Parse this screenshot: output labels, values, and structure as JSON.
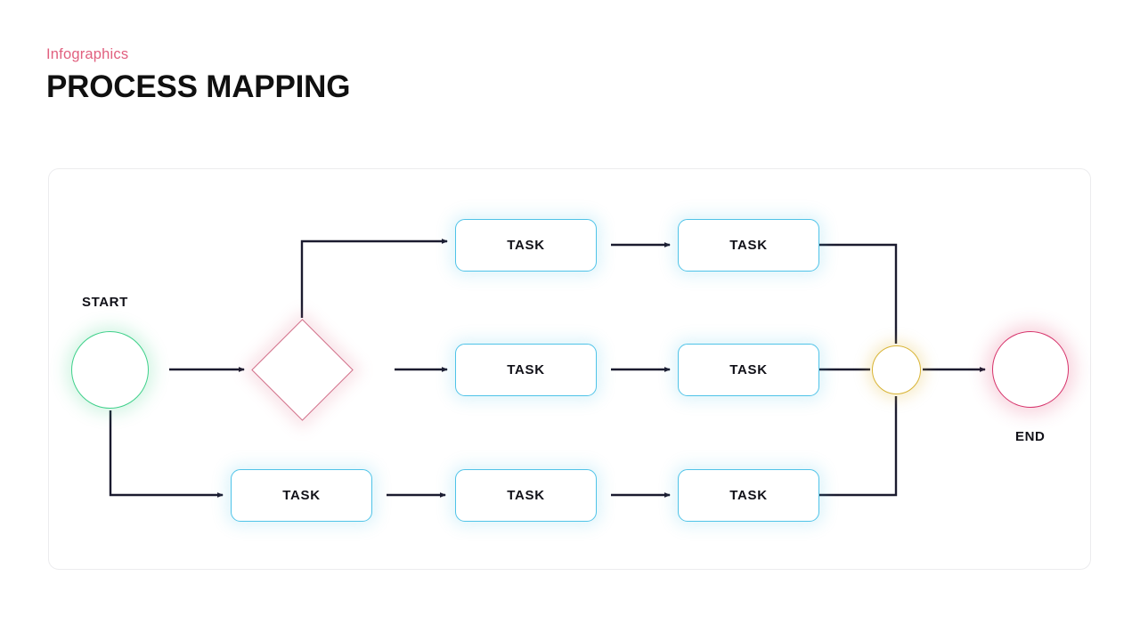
{
  "header": {
    "eyebrow": "Infographics",
    "title": "PROCESS MAPPING"
  },
  "colors": {
    "eyebrow": "#e1607f",
    "title": "#101010",
    "card_border": "#ececee",
    "task_border": "#4fc3e8",
    "start_circle": "#3ed08a",
    "end_circle": "#d6326a",
    "merge_circle": "#d8b435",
    "decision_diamond": "#d16b86",
    "connector": "#1b1b2f",
    "background": "#ffffff"
  },
  "diagram": {
    "type": "process-flowchart",
    "start": {
      "label": "START",
      "shape": "circle"
    },
    "decision": {
      "label": "",
      "shape": "diamond"
    },
    "merge": {
      "label": "",
      "shape": "circle"
    },
    "end": {
      "label": "END",
      "shape": "circle"
    },
    "rows": [
      {
        "name": "top-branch",
        "tasks": [
          {
            "label": "TASK"
          },
          {
            "label": "TASK"
          }
        ]
      },
      {
        "name": "middle-branch",
        "tasks": [
          {
            "label": "TASK"
          },
          {
            "label": "TASK"
          }
        ]
      },
      {
        "name": "bottom-branch",
        "tasks": [
          {
            "label": "TASK"
          },
          {
            "label": "TASK"
          },
          {
            "label": "TASK"
          }
        ]
      }
    ]
  }
}
